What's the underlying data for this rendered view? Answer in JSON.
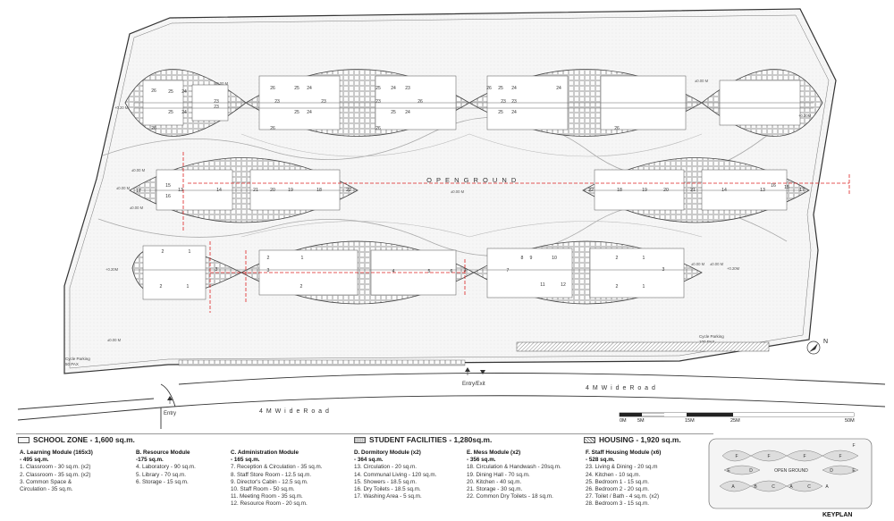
{
  "plan": {
    "open_ground": "O P E N   G R O U N D",
    "road_upper": "4 M   W i d e   R o a d",
    "road_lower": "4 M   W i d e   R o a d",
    "entry_left": "Entry",
    "entry_exit": "Entry/Exit",
    "cycle_left": [
      "Cycle Parking",
      "50 PAX"
    ],
    "cycle_right": [
      "Cycle Parking",
      "100 PAX"
    ],
    "north": "N",
    "levels": [
      "±0.00 M",
      "+0.20 M",
      "±0.00 M",
      "±0.00 M",
      "±0.00 M",
      "±0.00 M",
      "+0.20M",
      "±0.00 M",
      "±0.00 M",
      "+0.20M",
      "±0.00 M",
      "±0.00 M",
      "±0.00 M",
      "±0.00 M",
      "+0.20M",
      "±0.00 M",
      "±0.00 M"
    ]
  },
  "scale_bar": {
    "labels": [
      "0M",
      "5M",
      "15M",
      "25M",
      "50M"
    ]
  },
  "zones": [
    {
      "swatch": "plain",
      "title": "SCHOOL ZONE - 1,600 sq.m."
    },
    {
      "swatch": "dot",
      "title": "STUDENT FACILITIES - 1,280sq.m."
    },
    {
      "swatch": "hatch",
      "title": "HOUSING - 1,920 sq.m."
    }
  ],
  "legend_a": {
    "title": "A. Learning Module (165x3)",
    "area": "- 495 sq.m.",
    "items": [
      "1. Classroom - 30 sq.m. (x2)",
      "2. Classroom - 35 sq.m. (x2)",
      "3. Common Space &",
      "Circulation - 35 sq.m."
    ]
  },
  "legend_b": {
    "title": "B. Resource Module",
    "area": "-175 sq.m.",
    "items": [
      "4. Laboratory - 90 sq.m.",
      "5. Library - 70 sq.m.",
      "6. Storage - 15 sq.m."
    ]
  },
  "legend_c": {
    "title": "C. Administration Module",
    "area": "- 165 sq.m.",
    "items": [
      "7. Reception & Circulation - 35 sq.m.",
      "8. Staff Store Room - 12.5 sq.m.",
      "9. Director's Cabin - 12.5 sq.m.",
      "10. Staff Room - 50 sq.m.",
      "11. Meeting Room - 35 sq.m.",
      "12. Resource Room - 20 sq.m."
    ]
  },
  "legend_d": {
    "title": "D. Dormitory Module (x2)",
    "area": "- 364 sq.m.",
    "items": [
      "13. Circulation - 20 sq.m.",
      "14. Communal Living - 120 sq.m.",
      "15. Showers - 18.5 sq.m.",
      "16. Dry Toilets - 18.5 sq.m.",
      "17. Washing Area - 5 sq.m."
    ]
  },
  "legend_e": {
    "title": "E. Mess Module (x2)",
    "area": "- 356 sq.m.",
    "items": [
      "18. Circulation & Handwash - 20sq.m.",
      "19. Dining Hall - 70 sq.m.",
      "20. Kitchen - 40 sq.m.",
      "21. Storage - 30 sq.m.",
      "22. Common  Dry Toilets - 18 sq.m."
    ]
  },
  "legend_f": {
    "title": "F. Staff Housing Module (x6)",
    "area": "- 528 sq.m.",
    "items": [
      "23. Living & Dining - 20 sq.m",
      "24. Kitchen - 10 sq.m.",
      "25. Bedroom 1 - 15 sq.m.",
      "26. Bedroom 2 - 20 sq.m.",
      "27. Toilet / Bath - 4 sq.m. (x2)",
      "28. Bedroom 3 - 15 sq.m."
    ]
  },
  "keyplan": {
    "title": "KEYPLAN",
    "open_ground": "OPEN GROUND",
    "top_row": [
      "F",
      "F",
      "F",
      "F",
      "F"
    ],
    "mid_left": [
      "E",
      "D"
    ],
    "mid_right": [
      "D",
      "E"
    ],
    "bottom_row": [
      "A",
      "B",
      "C",
      "A",
      "C",
      "A"
    ]
  },
  "room_labels": {
    "row1": [
      "26",
      "25",
      "24",
      "23",
      "25",
      "24",
      "23",
      "26",
      "26",
      "25",
      "24",
      "23",
      "25",
      "24",
      "23",
      "26",
      "25",
      "24",
      "23",
      "26",
      "25",
      "24",
      "23",
      "26",
      "24",
      "26",
      "25",
      "24",
      "23",
      "25",
      "24",
      "23",
      "26"
    ],
    "row2": [
      "17",
      "15",
      "13",
      "14",
      "16",
      "21",
      "20",
      "19",
      "18",
      "22",
      "22",
      "18",
      "19",
      "20",
      "21",
      "14",
      "16",
      "13",
      "15",
      "17"
    ],
    "row3": [
      "2",
      "1",
      "3",
      "2",
      "1",
      "2",
      "3",
      "1",
      "4",
      "5",
      "6",
      "3",
      "7",
      "8",
      "9",
      "10",
      "11",
      "12",
      "2",
      "1",
      "3",
      "2",
      "1",
      "2"
    ]
  }
}
